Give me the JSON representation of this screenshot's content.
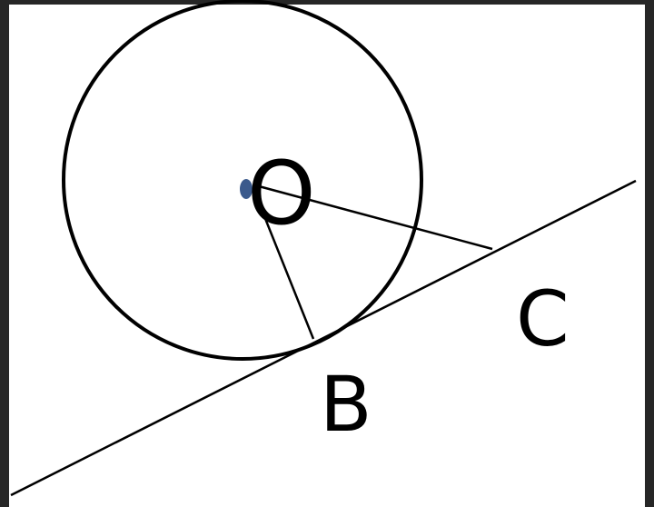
{
  "diagram": {
    "labels": {
      "center": "O",
      "tangent_point": "B",
      "external_point": "C"
    },
    "colors": {
      "background": "#ffffff",
      "stroke": "#000000",
      "center_dot": "#3b5a8c",
      "frame": "#262626"
    }
  }
}
